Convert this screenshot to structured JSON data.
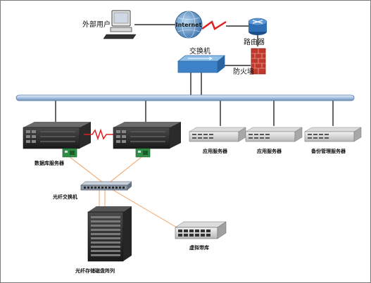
{
  "nodes": {
    "external_user": "外部用户",
    "internet": "Internet",
    "router": "路由器",
    "switch": "交换机",
    "firewall": "防火墙",
    "db_server": "数据库服务器",
    "app_server_1": "应用服务器",
    "app_server_2": "应用服务器",
    "backup_server": "备份管理服务器",
    "fc_switch": "光纤交换机",
    "virtual_tape": "虚拟带库",
    "fc_storage": "光纤存储磁盘阵列"
  },
  "colors": {
    "network_line": "#000000",
    "fiber_line": "#f0a060",
    "heartbeat": "#e02020",
    "wan_link": "#e02020",
    "router_fill": "#2e6fb5",
    "firewall_fill": "#c0392b",
    "bus_fill": "#a9c3e0"
  }
}
